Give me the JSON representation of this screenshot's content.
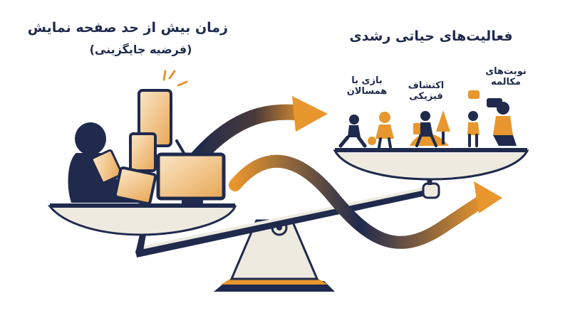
{
  "left": {
    "title": "زمان بیش از حد صفحه نمایش",
    "subtitle": "(فرضیه جایگزینی)"
  },
  "right": {
    "title": "فعالیت‌های حیاتی رشدی",
    "activities": [
      {
        "line1": "بازی با",
        "line2": "همسالان"
      },
      {
        "line1": "اکتشاف",
        "line2": "فیزیکی"
      },
      {
        "line1": "نوبت‌های",
        "line2": "مکالمه"
      }
    ]
  },
  "colors": {
    "navy": "#1f2a4d",
    "orange": "#e8962e",
    "plate": "#eeeae0",
    "plate_stroke": "#1f2a4d"
  },
  "icons": [
    "child-with-tablet-icon",
    "smartphone-icon",
    "tablet-icon",
    "tv-icon",
    "seesaw-scale-icon",
    "arrow-icon",
    "children-playing-icon",
    "hiking-child-icon",
    "parent-child-conversation-icon"
  ]
}
